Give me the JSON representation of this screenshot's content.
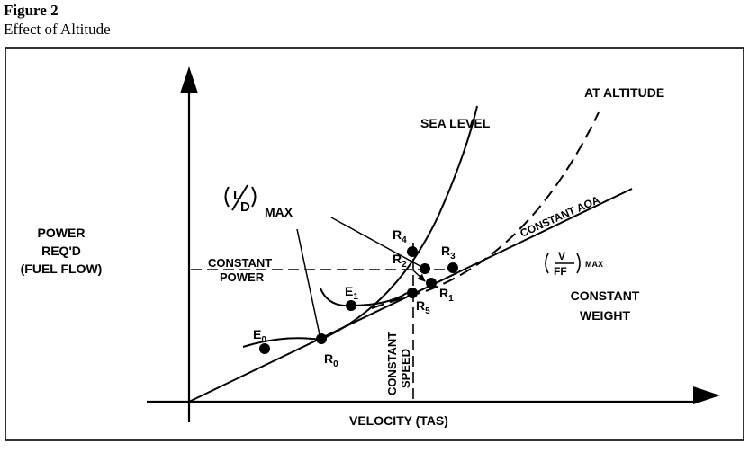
{
  "figure": {
    "number": "Figure 2",
    "title": "Effect of Altitude"
  },
  "axes": {
    "y_label_line1": "POWER",
    "y_label_line2": "REQ'D",
    "y_label_line3": "(FUEL FLOW)",
    "x_label": "VELOCITY (TAS)"
  },
  "curves": {
    "sea_level": "SEA LEVEL",
    "at_altitude": "AT ALTITUDE",
    "constant_aoa": "CONSTANT AOA"
  },
  "annotations": {
    "ld_max_numerator": "L",
    "ld_max_denominator": "D",
    "ld_max_suffix": "MAX",
    "vff_max_numerator": "V",
    "vff_max_denominator": "FF",
    "vff_max_suffix": "MAX",
    "constant_power_line1": "CONSTANT",
    "constant_power_line2": "POWER",
    "constant_speed_line1": "CONSTANT",
    "constant_speed_line2": "SPEED",
    "constant_weight_line1": "CONSTANT",
    "constant_weight_line2": "WEIGHT"
  },
  "points": {
    "e0": {
      "letter": "E",
      "sub": "0"
    },
    "e1": {
      "letter": "E",
      "sub": "1"
    },
    "r0": {
      "letter": "R",
      "sub": "0"
    },
    "r1": {
      "letter": "R",
      "sub": "1"
    },
    "r2": {
      "letter": "R",
      "sub": "2"
    },
    "r3": {
      "letter": "R",
      "sub": "3"
    },
    "r4": {
      "letter": "R",
      "sub": "4"
    },
    "r5": {
      "letter": "R",
      "sub": "5"
    }
  }
}
